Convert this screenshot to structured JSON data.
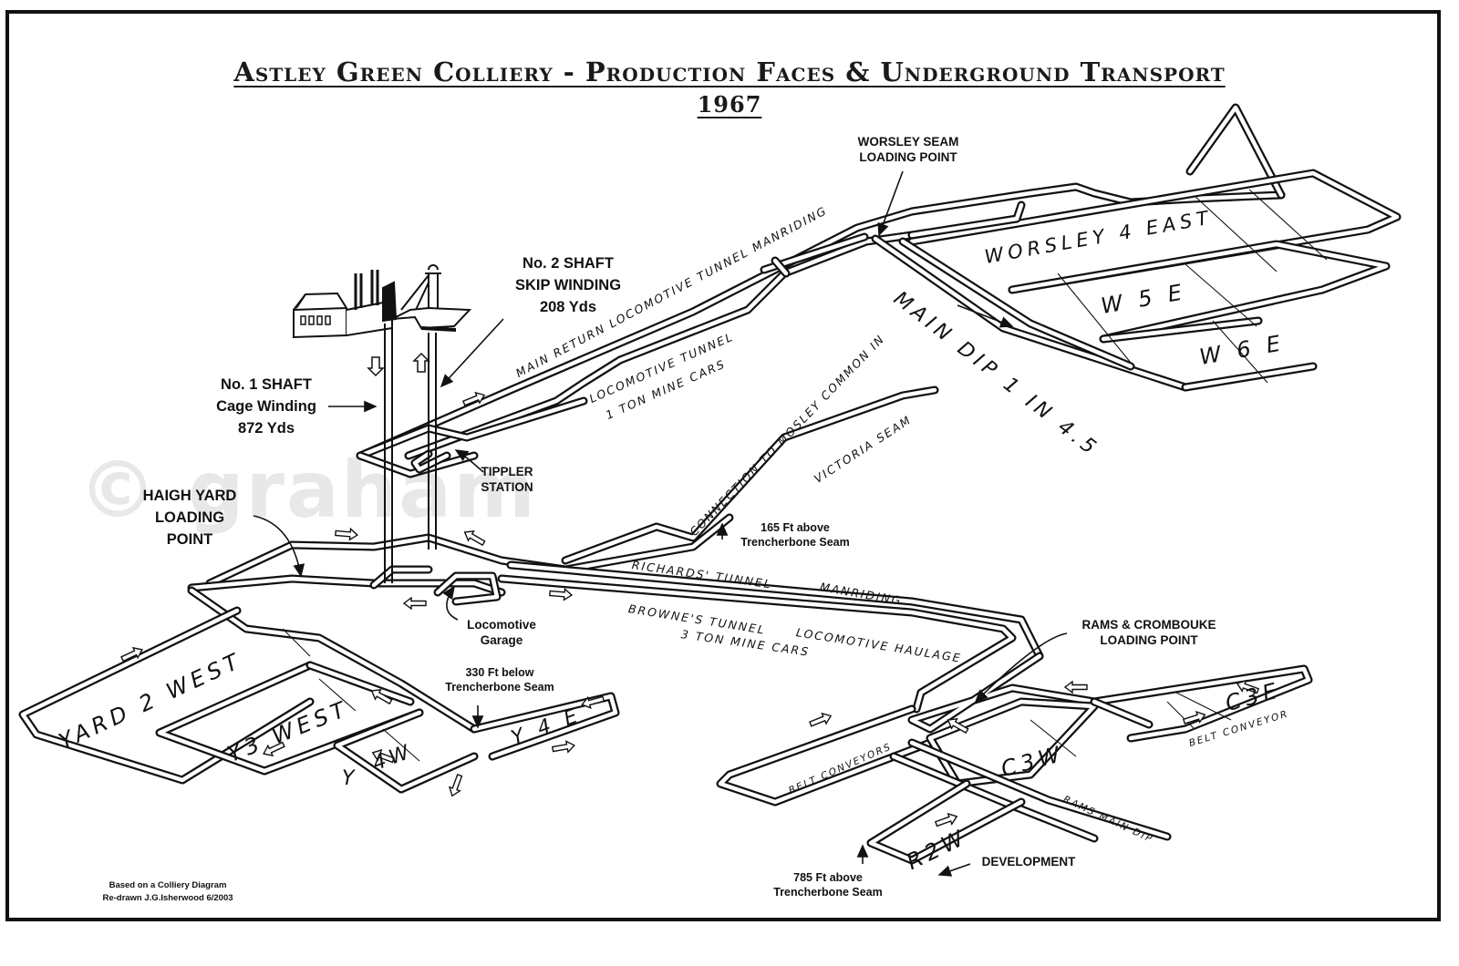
{
  "title": {
    "main": "Astley Green Colliery - Production Faces & Underground Transport",
    "year": "1967"
  },
  "watermark": "© graham",
  "shafts": [
    {
      "id": "no1",
      "lines": [
        "No. 1 SHAFT",
        "Cage Winding",
        "872 Yds"
      ]
    },
    {
      "id": "no2",
      "lines": [
        "No. 2 SHAFT",
        "SKIP WINDING",
        "208 Yds"
      ]
    }
  ],
  "loading_points": {
    "worsley": [
      "WORSLEY SEAM",
      "LOADING POINT"
    ],
    "haigh_yard": [
      "HAIGH YARD",
      "LOADING",
      "POINT"
    ],
    "rams_crombouke": [
      "RAMS & CROMBOUKE",
      "LOADING POINT"
    ]
  },
  "stations": {
    "tippler": [
      "TIPPLER",
      "STATION"
    ],
    "loco_garage": [
      "Locomotive",
      "Garage"
    ]
  },
  "levels": {
    "victoria": [
      "165 Ft above",
      "Trencherbone Seam"
    ],
    "yard": [
      "330 Ft below",
      "Trencherbone Seam"
    ],
    "rams": [
      "785 Ft above",
      "Trencherbone Seam"
    ]
  },
  "development_label": "DEVELOPMENT",
  "tunnels": {
    "main_return": "MAIN RETURN LOCOMOTIVE TUNNEL MANRIDING",
    "loco_tunnel_1": "LOCOMOTIVE TUNNEL",
    "loco_tunnel_2": "1 TON MINE CARS",
    "connection_1": "CONNECTION TO MOSLEY COMMON IN",
    "connection_2": "VICTORIA SEAM",
    "richards_1": "RICHARDS' TUNNEL",
    "richards_2": "MANRIDING",
    "brownes_1": "BROWNE'S TUNNEL",
    "brownes_2": "LOCOMOTIVE HAULAGE",
    "brownes_3": "3 TON MINE CARS",
    "main_dip": "MAIN DIP 1 IN 4.5",
    "belt_conveyors": "BELT CONVEYORS",
    "belt_conveyor": "BELT CONVEYOR",
    "rams_main_dip": "RAMS MAIN DIP"
  },
  "faces": [
    {
      "id": "worsley-4-east",
      "label": "WORSLEY 4 EAST"
    },
    {
      "id": "w5e",
      "label": "W 5 E"
    },
    {
      "id": "w6e",
      "label": "W 6 E"
    },
    {
      "id": "yard-2-west",
      "label": "YARD 2 WEST"
    },
    {
      "id": "y3-west",
      "label": "Y3 WEST"
    },
    {
      "id": "y4w",
      "label": "4W"
    },
    {
      "id": "y4w-prefix",
      "label": "Y"
    },
    {
      "id": "y4e",
      "label": "Y 4 E"
    },
    {
      "id": "c3e",
      "label": "C3E"
    },
    {
      "id": "c3w",
      "label": "C3W"
    },
    {
      "id": "r2w",
      "label": "R2W"
    }
  ],
  "credits": [
    "Based on  a Colliery Diagram",
    "Re-drawn J.G.Isherwood 6/2003"
  ],
  "colors": {
    "ink": "#111111",
    "paper": "#ffffff",
    "watermark": "#969696"
  }
}
